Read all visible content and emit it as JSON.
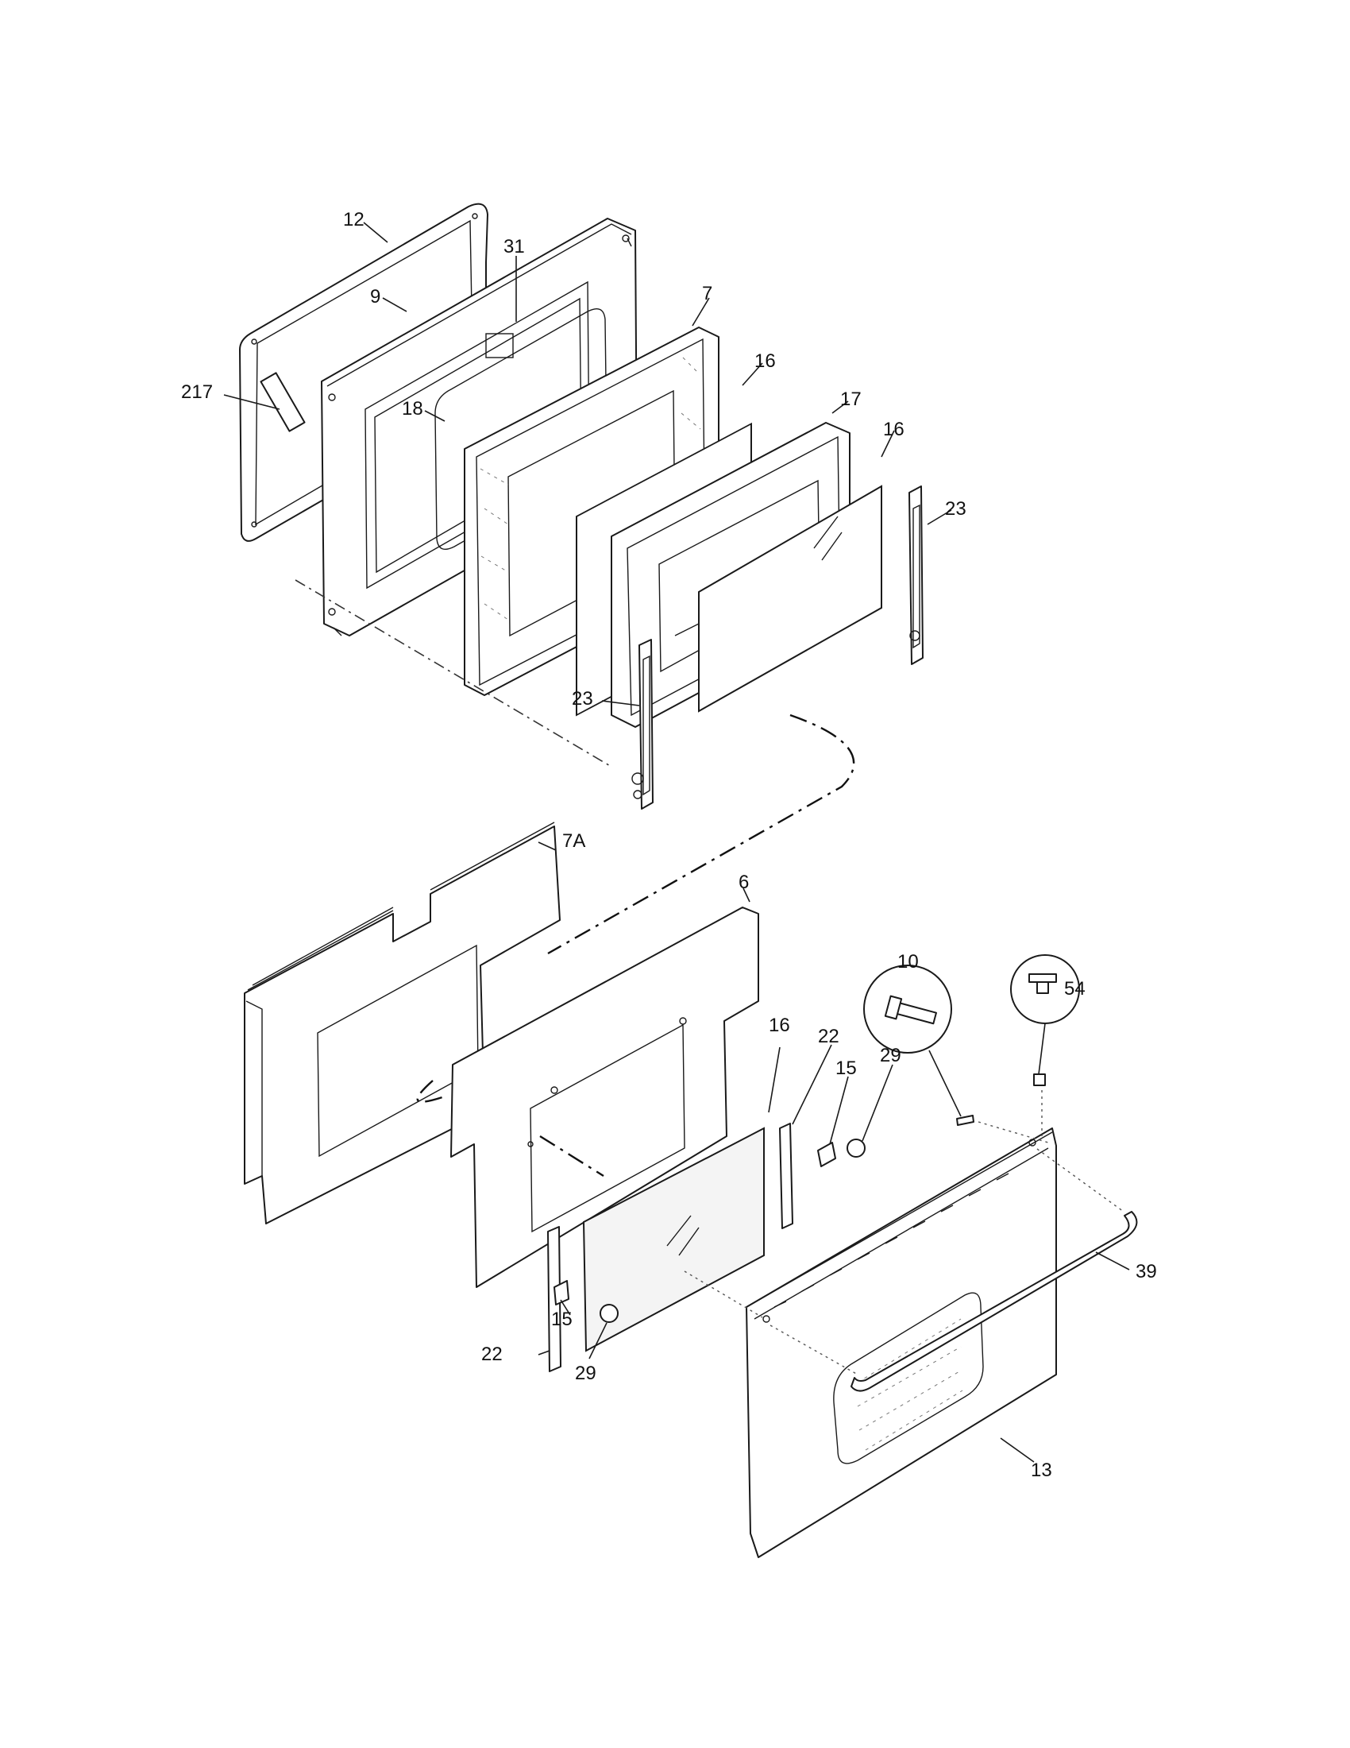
{
  "diagram": {
    "callouts": {
      "c12": "12",
      "c31": "31",
      "c9": "9",
      "c7": "7",
      "c16a": "16",
      "c217": "217",
      "c18": "18",
      "c17": "17",
      "c16b": "16",
      "c23a": "23",
      "c23b": "23",
      "c7A": "7A",
      "c6": "6",
      "c10": "10",
      "c54": "54",
      "c16c": "16",
      "c22a": "22",
      "c15a": "15",
      "c29a": "29",
      "c39": "39",
      "c15b": "15",
      "c22b": "22",
      "c29b": "29",
      "c13": "13"
    }
  }
}
